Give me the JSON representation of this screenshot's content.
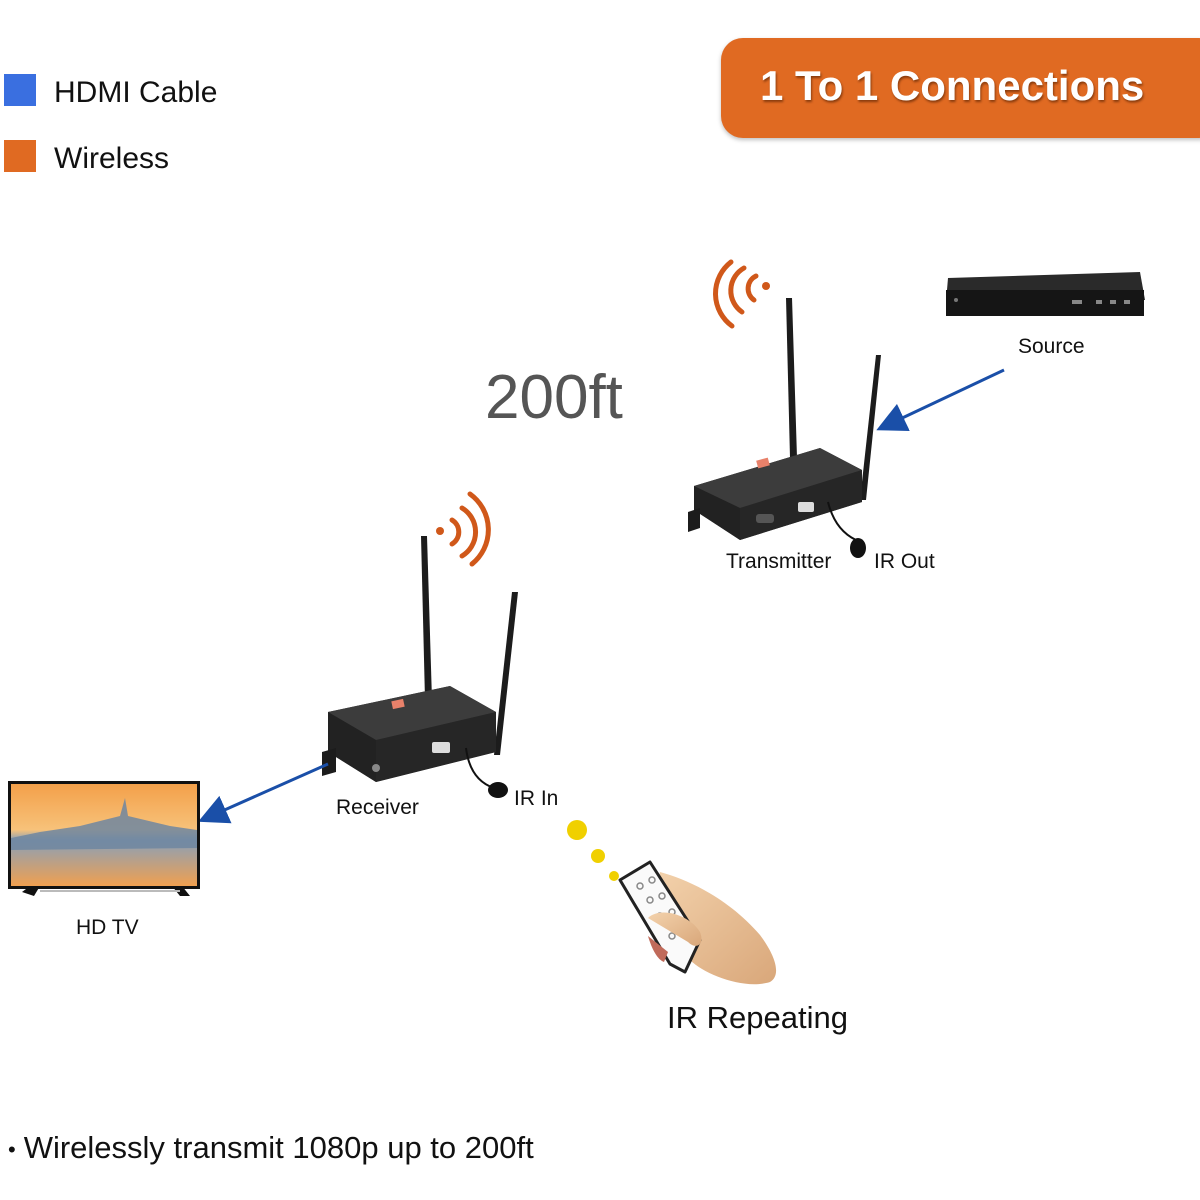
{
  "legend": {
    "items": [
      {
        "label": "HDMI Cable",
        "color": "#3a6fe0"
      },
      {
        "label": "Wireless",
        "color": "#e06a22"
      }
    ]
  },
  "banner": {
    "title": "1 To 1 Connections",
    "color": "#e06a22"
  },
  "distance_label": "200ft",
  "devices": {
    "source": "Source",
    "transmitter": "Transmitter",
    "ir_out": "IR Out",
    "receiver": "Receiver",
    "ir_in": "IR In",
    "tv": "HD TV"
  },
  "ir_repeating": "IR Repeating",
  "footer": {
    "bullet": "•",
    "text": "Wirelessly transmit 1080p up to 200ft"
  },
  "colors": {
    "arrow": "#1a4fa8",
    "wireless": "#d0581a",
    "ir_dot": "#f0d000"
  }
}
